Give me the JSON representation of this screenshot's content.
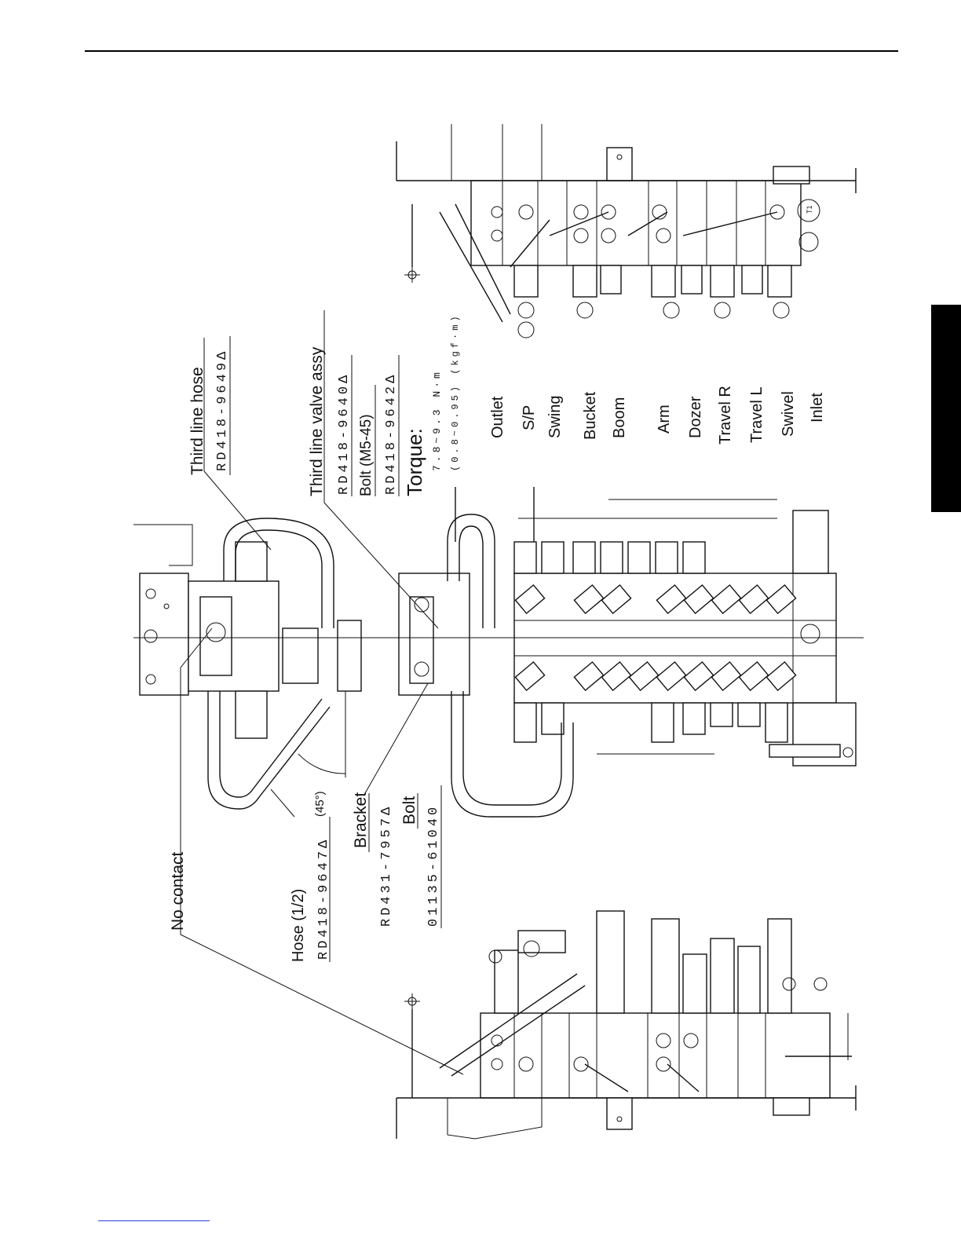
{
  "callouts": {
    "third_line_hose_title": "Third line hose",
    "third_line_hose_part": "RD418-9649Δ",
    "third_line_valve_title": "Third line valve assy",
    "third_line_valve_part": "RD418-9640Δ",
    "bolt_spec": "Bolt (M5-45)",
    "bolt_part": "RD418-9642Δ",
    "torque_title": "Torque:",
    "torque_nm": "7.8~9.3 N·m",
    "torque_kgf": "(0.8~0.95) (kgf·m)",
    "no_contact": "No contact",
    "hose_half_title": "Hose (1/2)",
    "hose_half_part": "RD418-9647Δ",
    "hose_angle": "(45°)",
    "bracket_title": "Bracket",
    "bracket_part": "RD431-7957Δ",
    "bolt2_title": "Bolt",
    "bolt2_part": "01135-61040"
  },
  "valve_sections": [
    "Outlet",
    "S/P",
    "Swing",
    "Bucket",
    "Boom",
    "Arm",
    "Dozer",
    "Travel R",
    "Travel L",
    "Swivel",
    "Inlet"
  ],
  "port_mark": "T1"
}
